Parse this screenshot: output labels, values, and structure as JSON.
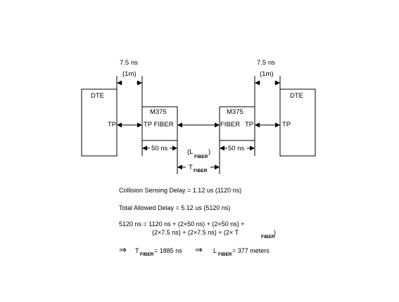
{
  "diagram": {
    "dte_left": {
      "label": "DTE",
      "port": "TP"
    },
    "dte_right": {
      "label": "DTE",
      "port": "TP"
    },
    "m375_left": {
      "title": "M375",
      "ports": "TP FIBER"
    },
    "m375_right": {
      "title": "M375",
      "ports_fiber": "FIBER",
      "ports_tp": "TP"
    },
    "delay_left": {
      "ns": "7.5 ns",
      "distance": "(1m)"
    },
    "delay_right": {
      "ns": "7.5 ns",
      "distance": "(1m)"
    },
    "m375_delay_left": "50 ns",
    "m375_delay_right": "50 ns",
    "l_fiber": {
      "prefix": "(L",
      "sub": "FIBER",
      "suffix": ")"
    },
    "t_fiber": {
      "prefix": "T",
      "sub": "FIBER"
    }
  },
  "equations": {
    "collision": "Collision Sensing Delay = 1.12 us (1120 ns)",
    "total": "Total Allowed Delay = 5.12 us (5120 ns)",
    "sum_line1": "5120 ns = 1120 ns + (2×50 ns) + (2×50 ns) +",
    "sum_line2": "(2×7.5 ns) + (2×7.5 ns) + (2× T",
    "sum_line2_sub": "FIBER",
    "sum_line2_close": ")",
    "result_arrow": "⇒",
    "result_t": "T",
    "result_t_sub": "FIBER",
    "result_t_val": "= 1885 ns",
    "result_l": "L",
    "result_l_sub": "FIBER",
    "result_l_val": "= 377 meters"
  }
}
